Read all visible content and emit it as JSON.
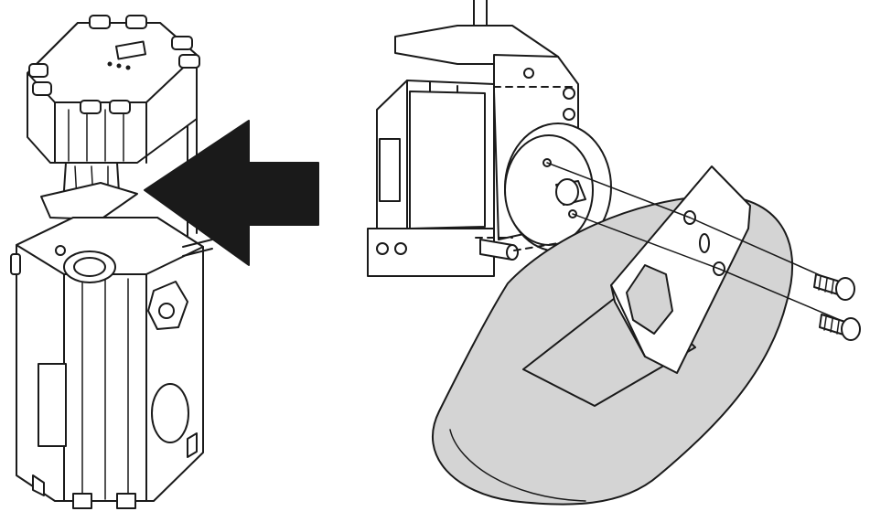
{
  "colors": {
    "line": "#1a1a1a",
    "background": "#ffffff",
    "reflector_fill": "#d4d4d4",
    "arrow_fill": "#1a1a1a"
  },
  "parts": {
    "left_assembly": "moving-head-fixture-exploded",
    "arrow": "insert-direction-arrow",
    "right_assembly": "reflector-plate-mounting",
    "screws": [
      "mounting-screw-1",
      "mounting-screw-2"
    ]
  }
}
